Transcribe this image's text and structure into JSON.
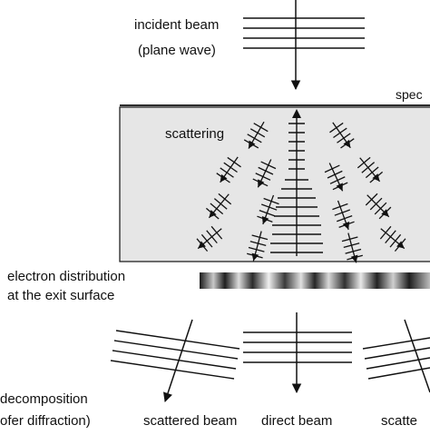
{
  "labels": {
    "incident_beam": "incident beam",
    "plane_wave": "(plane wave)",
    "specimen": "spec",
    "scattering": "scattering",
    "electron_distribution": "electron distribution",
    "exit_surface": "at the exit surface",
    "decomposition": "decomposition",
    "fraunhofer": "ofer diffraction)",
    "scattered_beam_left": "scattered beam",
    "direct_beam": "direct beam",
    "scattered_beam_right": "scatte"
  },
  "colors": {
    "specimen_fill": "#e6e6e6",
    "line": "#111111",
    "text": "#111111"
  }
}
